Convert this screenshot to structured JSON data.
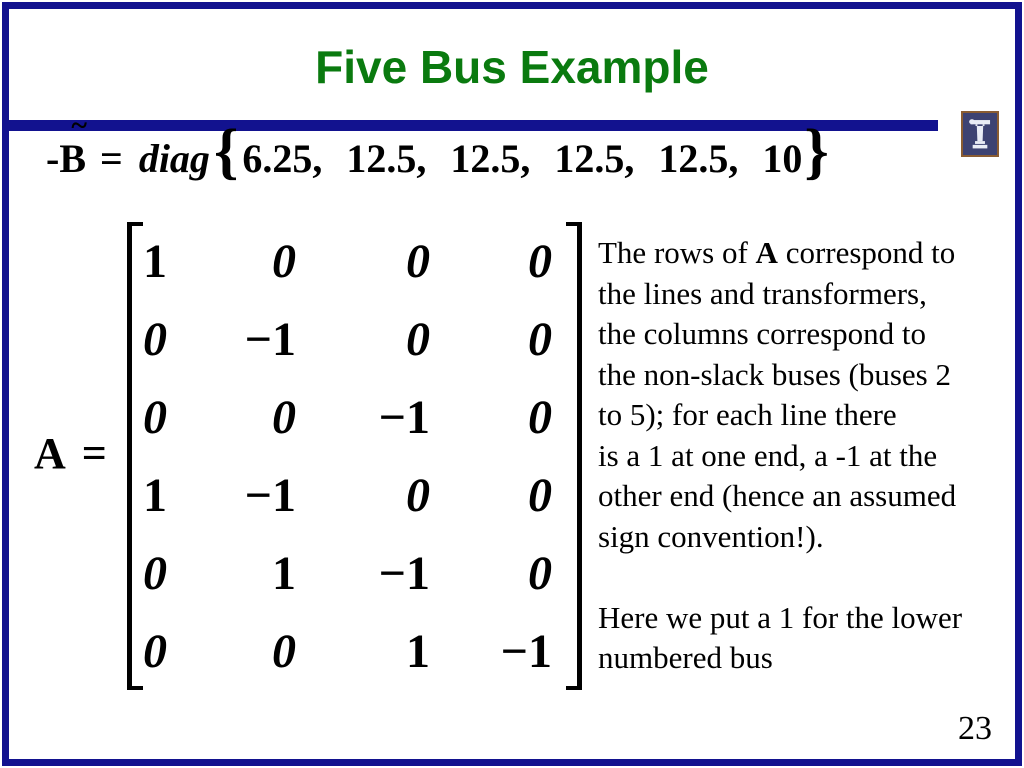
{
  "colors": {
    "frame_navy": "#12128f",
    "title_green": "#0a7a0f",
    "logo_border_orange": "#8a5c32",
    "logo_background_navy": "#3d4272",
    "logo_column_white": "#e9ecf5"
  },
  "header": {
    "title": "Five Bus Example"
  },
  "logo": {
    "name": "illinois-column-logo"
  },
  "equation": {
    "minus": "-",
    "symbol": "B",
    "tilde": "~",
    "equals": "=",
    "func": "diag",
    "brace_open": "{",
    "terms": [
      "6.25,",
      "12.5,",
      "12.5,",
      "12.5,",
      "12.5,",
      "10"
    ],
    "brace_close": "}"
  },
  "matrix": {
    "label": "A",
    "equals": "=",
    "italic_value": "0",
    "rows": [
      [
        "1",
        "0",
        "0",
        "0"
      ],
      [
        "0",
        "−1",
        "0",
        "0"
      ],
      [
        "0",
        "0",
        "−1",
        "0"
      ],
      [
        "1",
        "−1",
        "0",
        "0"
      ],
      [
        "0",
        "1",
        "−1",
        "0"
      ],
      [
        "0",
        "0",
        "1",
        "−1"
      ]
    ]
  },
  "notes": {
    "line1_pre": "The rows of ",
    "line1_bold": "A",
    "line1_post": " correspond to",
    "lines": [
      "the lines and transformers,",
      "the columns correspond to",
      "the non-slack buses (buses 2",
      "to 5); for each line there",
      "is a 1 at one end, a -1 at the",
      "other end (hence an assumed",
      "sign convention!).",
      "",
      "Here we put a 1 for the lower",
      "numbered bus"
    ]
  },
  "footer": {
    "page_number": "23"
  }
}
